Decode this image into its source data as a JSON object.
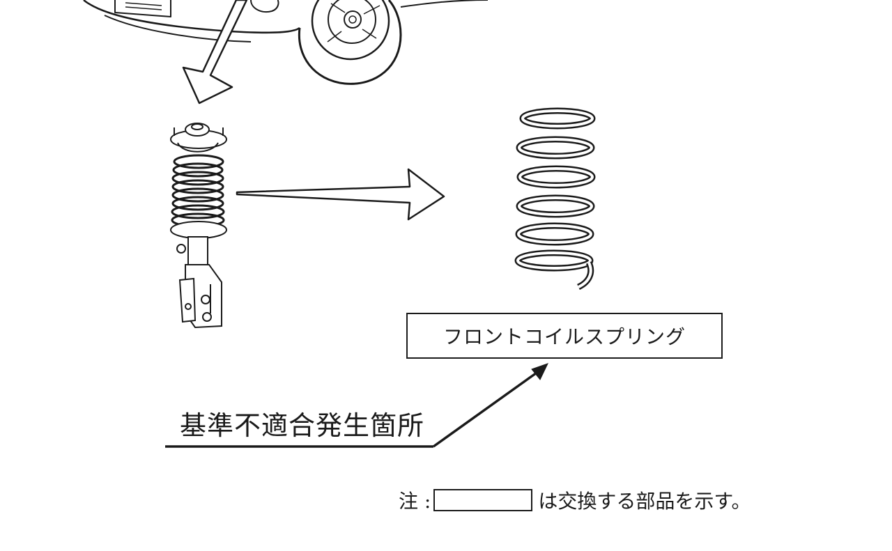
{
  "callout": {
    "part_name": "フロントコイルスプリング",
    "defect_location": "基準不適合発生箇所"
  },
  "legend": {
    "note_prefix": "注 :",
    "note_suffix": "は交換する部品を示す。"
  },
  "icons": {
    "vehicle": "vehicle-front-corner-icon",
    "strut": "front-strut-assembly-icon",
    "spring": "coil-spring-icon"
  }
}
